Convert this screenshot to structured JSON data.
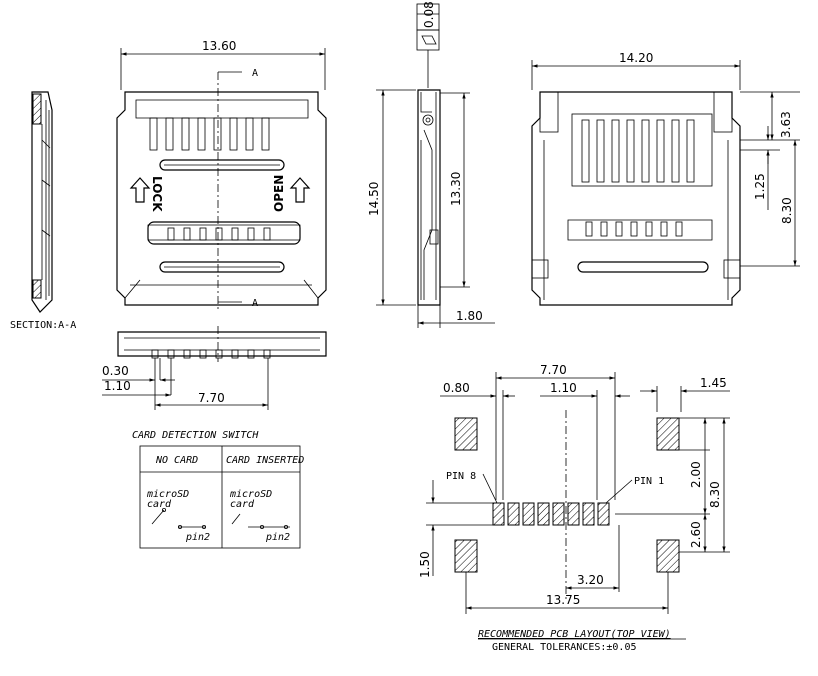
{
  "top_view": {
    "width_dim": "13.60",
    "section_mark": "A",
    "lock_label": "LOCK",
    "open_label": "OPEN"
  },
  "section_label": "SECTION:A-A",
  "side_view": {
    "flatness_value": "0.08",
    "height_dim": "14.50",
    "inner_dim": "13.30",
    "thickness_dim": "1.80"
  },
  "bottom_view": {
    "width_dim": "14.20",
    "dims": [
      "3.63",
      "1.25",
      "8.30"
    ]
  },
  "front_view": {
    "dims": [
      "0.30",
      "1.10",
      "7.70"
    ]
  },
  "switch_table": {
    "title": "CARD DETECTION SWITCH",
    "headers": [
      "NO CARD",
      "CARD INSERTED"
    ],
    "card_label_1": "microSD",
    "card_label_2": "card",
    "pin_label": "pin2"
  },
  "pcb_layout": {
    "dims": {
      "d770": "7.70",
      "d080": "0.80",
      "d110": "1.10",
      "d145": "1.45",
      "d200": "2.00",
      "d830": "8.30",
      "d260": "2.60",
      "d150": "1.50",
      "d320": "3.20",
      "d1375": "13.75"
    },
    "pin8_label": "PIN 8",
    "pin1_label": "PIN 1",
    "caption": "RECOMMENDED PCB LAYOUT(TOP VIEW)",
    "tolerance": "GENERAL TOLERANCES:±0.05"
  }
}
